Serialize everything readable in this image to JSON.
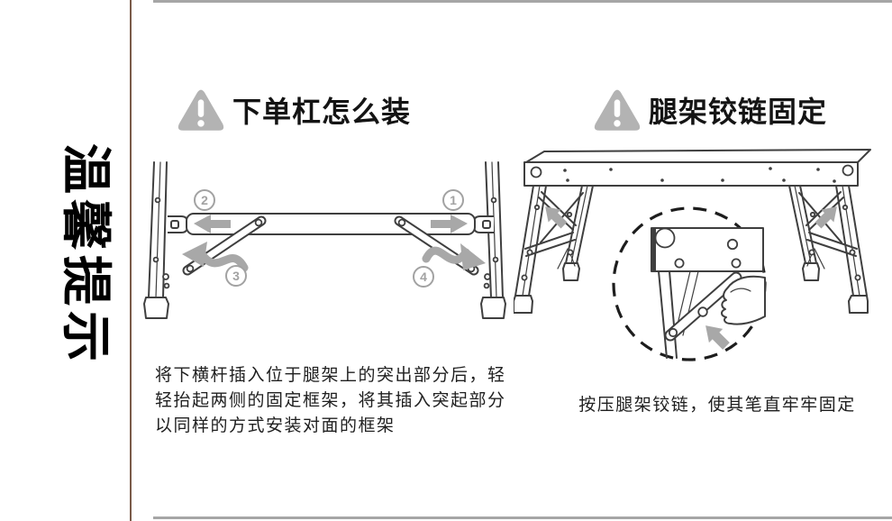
{
  "panel": {
    "title": "温馨提示"
  },
  "sections": {
    "left": {
      "heading": "下单杠怎么装",
      "icon": "warning-triangle-icon",
      "description": "将下横杆插入位于腿架上的突出部分后，轻轻抬起两侧的固定框架，将其插入突起部分以同样的方式安装对面的框架",
      "steps": {
        "top_right": "1",
        "top_left": "2",
        "bottom_left": "3",
        "bottom_right": "4"
      }
    },
    "right": {
      "heading": "腿架铰链固定",
      "icon": "warning-triangle-icon",
      "description": "按压腿架铰链，使其笔直牢牢固定"
    }
  },
  "colors": {
    "background": "#ffffff",
    "line": "#3f3f3f",
    "arrow": "#a8a8a8",
    "marker": "#a2a2a2",
    "triangle": "#b3b3b3",
    "heading_text": "#141414",
    "body_text": "#1f1f1f",
    "divider_vertical": "#7a5b49",
    "divider_horizontal": "#a6a6a6"
  }
}
